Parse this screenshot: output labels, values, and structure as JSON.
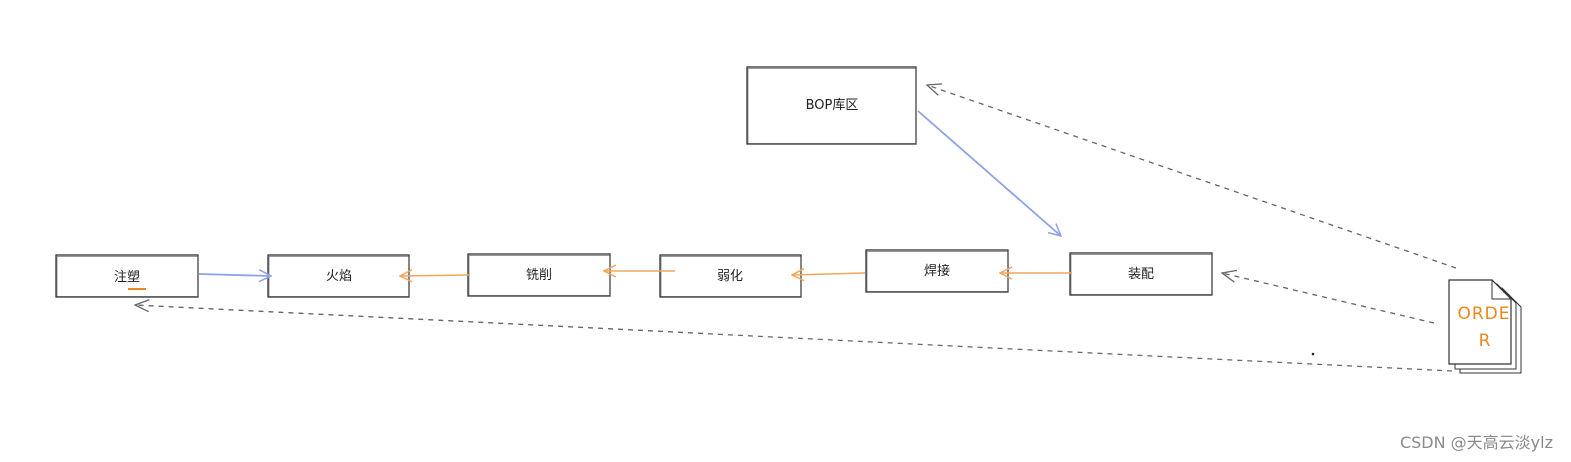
{
  "nodes": {
    "bop": "BOP库区",
    "zhusu": "注塑",
    "huoyan": "火焰",
    "xixiao": "铣削",
    "ruohua": "弱化",
    "hanjie": "焊接",
    "zhuangpei": "装配"
  },
  "order_doc": {
    "line1": "ORDE",
    "line2": "R"
  },
  "watermark": "CSDN @天高云淡ylz",
  "colors": {
    "blue_arrow": "#8da3e6",
    "orange_arrow": "#f2a65a",
    "dashed_arrow": "#666666",
    "order_text": "#e8891f"
  }
}
